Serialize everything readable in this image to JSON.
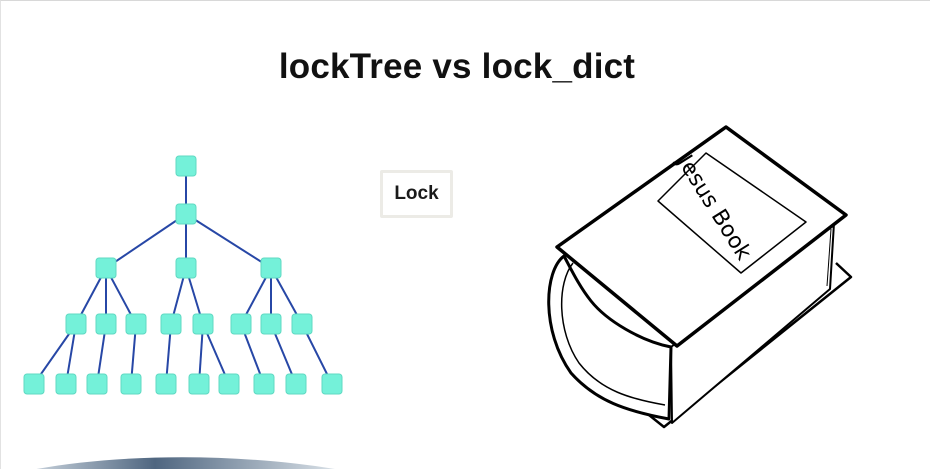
{
  "slide": {
    "title": "lockTree vs lock_dict"
  },
  "lock_button": {
    "label": "Lock"
  },
  "book": {
    "label": "Jesus Book"
  },
  "tree": {
    "levels": [
      1,
      1,
      3,
      8,
      10
    ],
    "node_color": "#74f1d9",
    "edge_color": "#2747a6"
  },
  "colors": {
    "title": "#111111",
    "book_stroke": "#000000",
    "swoosh": "#5b6f86"
  }
}
